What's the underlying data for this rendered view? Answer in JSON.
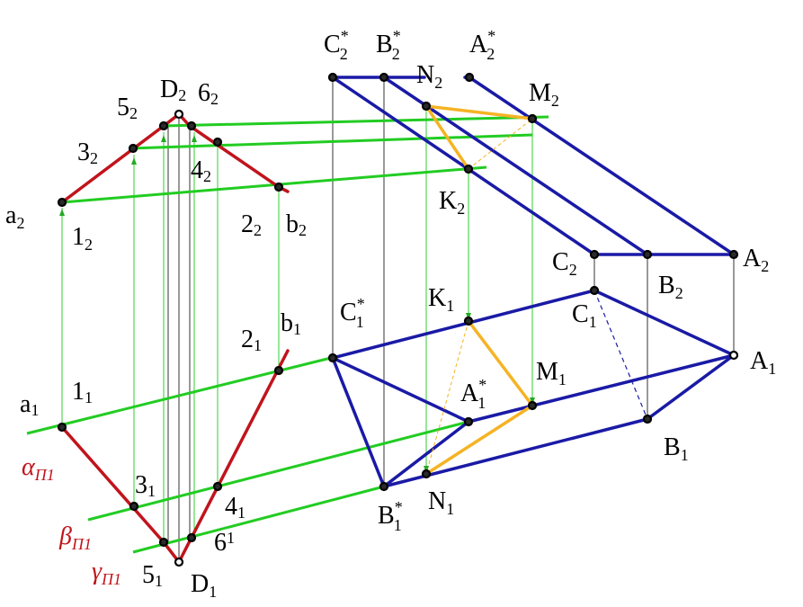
{
  "colors": {
    "blue": "#1a1aa6",
    "green": "#22cc22",
    "red": "#c0141c",
    "orange": "#f5b324",
    "thin": "#333333",
    "proj": "#2fcf2f"
  },
  "labels": {
    "C2s": {
      "main": "C",
      "sub": "2",
      "sup": "*"
    },
    "B2s": {
      "main": "B",
      "sub": "2",
      "sup": "*"
    },
    "A2s": {
      "main": "A",
      "sub": "2",
      "sup": "*"
    },
    "N2": {
      "main": "N",
      "sub": "2"
    },
    "M2": {
      "main": "M",
      "sub": "2"
    },
    "D2": {
      "main": "D",
      "sub": "2"
    },
    "52": {
      "main": "5",
      "sub": "2"
    },
    "62": {
      "main": "6",
      "sub": "2"
    },
    "32": {
      "main": "3",
      "sub": "2"
    },
    "42": {
      "main": "4",
      "sub": "2"
    },
    "a2": {
      "main": "a",
      "sub": "2"
    },
    "12": {
      "main": "1",
      "sub": "2"
    },
    "22": {
      "main": "2",
      "sub": "2"
    },
    "b2": {
      "main": "b",
      "sub": "2"
    },
    "K2": {
      "main": "K",
      "sub": "2"
    },
    "C2": {
      "main": "C",
      "sub": "2"
    },
    "B2": {
      "main": "B",
      "sub": "2"
    },
    "A2": {
      "main": "A",
      "sub": "2"
    },
    "K1": {
      "main": "K",
      "sub": "1"
    },
    "C1": {
      "main": "C",
      "sub": "1"
    },
    "A1": {
      "main": "A",
      "sub": "1"
    },
    "b1": {
      "main": "b",
      "sub": "1"
    },
    "21": {
      "main": "2",
      "sub": "1"
    },
    "C1s": {
      "main": "C",
      "sub": "1",
      "sup": "*"
    },
    "a1": {
      "main": "a",
      "sub": "1"
    },
    "11": {
      "main": "1",
      "sub": "1"
    },
    "A1s": {
      "main": "A",
      "sub": "1",
      "sup": "*"
    },
    "M1": {
      "main": "M",
      "sub": "1"
    },
    "B1": {
      "main": "B",
      "sub": "1"
    },
    "alpha": {
      "main": "α",
      "sub": "П1"
    },
    "beta": {
      "main": "β",
      "sub": "П1"
    },
    "gamma": {
      "main": "γ",
      "sub": "П1"
    },
    "31": {
      "main": "3",
      "sub": "1"
    },
    "41": {
      "main": "4",
      "sub": "1"
    },
    "51": {
      "main": "5",
      "sub": "1"
    },
    "61": {
      "main": "6",
      "sub": "1"
    },
    "D1": {
      "main": "D",
      "sub": "1"
    },
    "N1": {
      "main": "N",
      "sub": "1"
    },
    "B1s": {
      "main": "B",
      "sub": "1",
      "sup": "*"
    }
  }
}
